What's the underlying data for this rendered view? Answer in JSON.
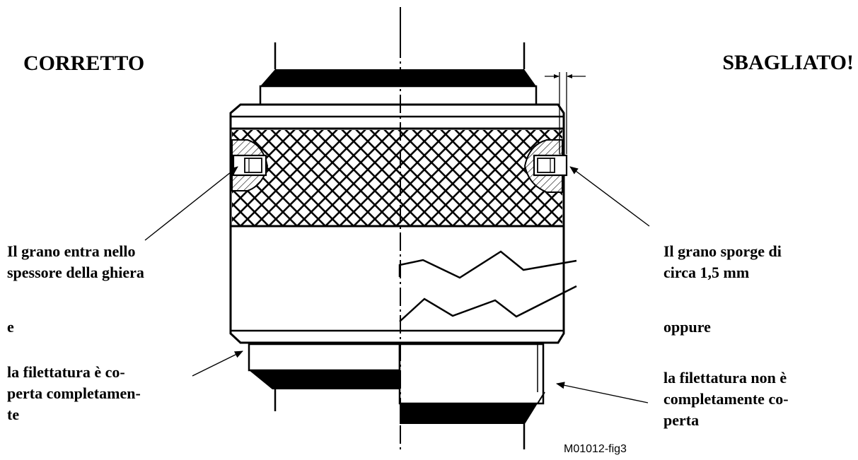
{
  "headings": {
    "correct": "CORRETTO",
    "wrong": "SBAGLIATO!"
  },
  "left_notes": {
    "set_screw": [
      "Il grano entra nello",
      "spessore della ghiera"
    ],
    "conjunction": "e",
    "thread": [
      "la filettatura è co-",
      "perta completamen-",
      "te"
    ]
  },
  "right_notes": {
    "set_screw": [
      "Il grano sporge di",
      "circa 1,5 mm"
    ],
    "conjunction": "oppure",
    "thread": [
      "la filettatura non è",
      "completamente co-",
      "perta"
    ]
  },
  "figure_code": "M01012-fig3",
  "colors": {
    "ink": "#000000",
    "paper": "#ffffff"
  }
}
